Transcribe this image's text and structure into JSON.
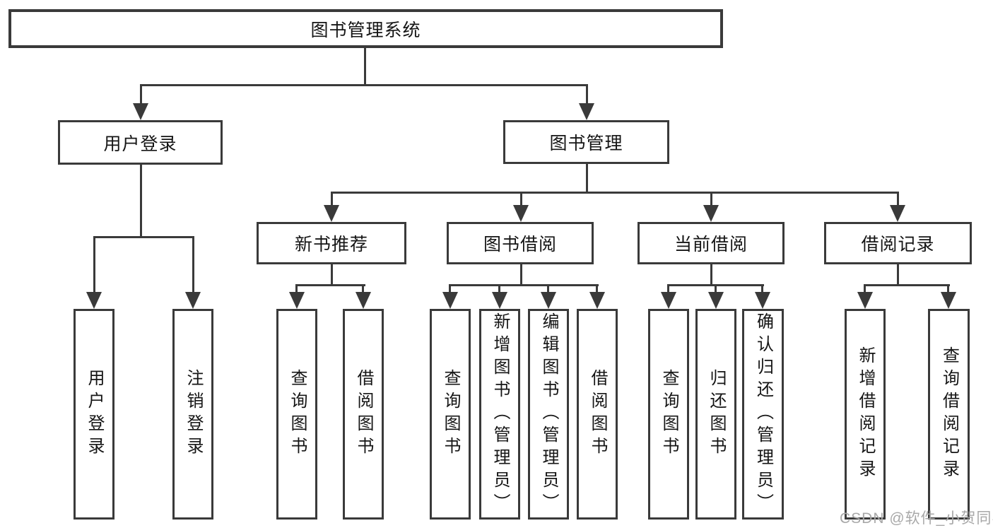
{
  "tree": {
    "root": {
      "label": "图书管理系统"
    },
    "user_login": {
      "label": "用户登录",
      "children": {
        "login": {
          "label": "用户登录"
        },
        "logout": {
          "label": "注销登录"
        }
      }
    },
    "book_mgmt": {
      "label": "图书管理",
      "children": {
        "new_books": {
          "label": "新书推荐",
          "children": {
            "query": {
              "label": "查询图书"
            },
            "borrow": {
              "label": "借阅图书"
            }
          }
        },
        "borrowing": {
          "label": "图书借阅",
          "children": {
            "query": {
              "label": "查询图书"
            },
            "add": {
              "label": "新增图书（管理员）"
            },
            "edit": {
              "label": "编辑图书（管理员）"
            },
            "borrow": {
              "label": "借阅图书"
            }
          }
        },
        "current": {
          "label": "当前借阅",
          "children": {
            "query": {
              "label": "查询图书"
            },
            "return": {
              "label": "归还图书"
            },
            "confirm": {
              "label": "确认归还（管理员）"
            }
          }
        },
        "records": {
          "label": "借阅记录",
          "children": {
            "add": {
              "label": "新增借阅记录"
            },
            "query": {
              "label": "查询借阅记录"
            }
          }
        }
      }
    }
  },
  "watermark": {
    "text": "CSDN @软件_小贺同学"
  },
  "colors": {
    "line": "#3a3a3a",
    "text": "#151515",
    "box_background": "#ffffff",
    "page_background": "#ffffff",
    "watermark": "#a8a8a8"
  }
}
